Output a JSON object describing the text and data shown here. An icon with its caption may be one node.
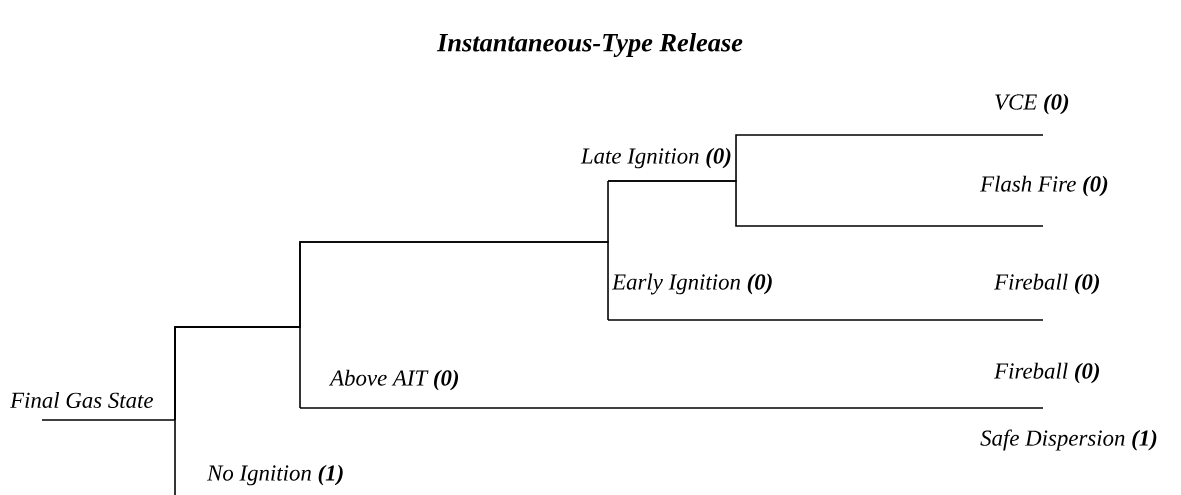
{
  "diagram": {
    "title": "Instantaneous-Type Release",
    "nodes": [
      {
        "text": [
          "VCE **(0)**"
        ]
      },
      {
        "text": [
          "Late Ignition **(0)**"
        ]
      },
      {
        "text": [
          "Flash Fire **(0)**"
        ]
      },
      {
        "text": [
          "Early Ignition **(0)**"
        ]
      },
      {
        "text": [
          "Fireball **(0)**"
        ]
      },
      {
        "text": [
          "Above AIT **(0)**"
        ]
      },
      {
        "text": [
          "Fireball **(0)**"
        ]
      },
      {
        "text": [
          "Final Gas State"
        ]
      },
      {
        "text": [
          "Safe Dispersion **(1)**"
        ]
      },
      {
        "text": [
          "No Ignition **(1)**"
        ]
      }
    ],
    "edges": [
      {
        "from": 7,
        "to": 1,
        "arrow": "none"
      },
      {
        "from": 7,
        "to": 3,
        "arrow": "none"
      },
      {
        "from": 1,
        "to": 0,
        "arrow": "none"
      },
      {
        "from": 1,
        "to": 2,
        "arrow": "none"
      },
      {
        "from": 3,
        "to": 4,
        "arrow": "none"
      },
      {
        "from": 7,
        "to": 5,
        "arrow": "none"
      },
      {
        "from": 5,
        "to": 6,
        "arrow": "none"
      },
      {
        "from": 7,
        "to": 9,
        "arrow": "none"
      }
    ]
  }
}
